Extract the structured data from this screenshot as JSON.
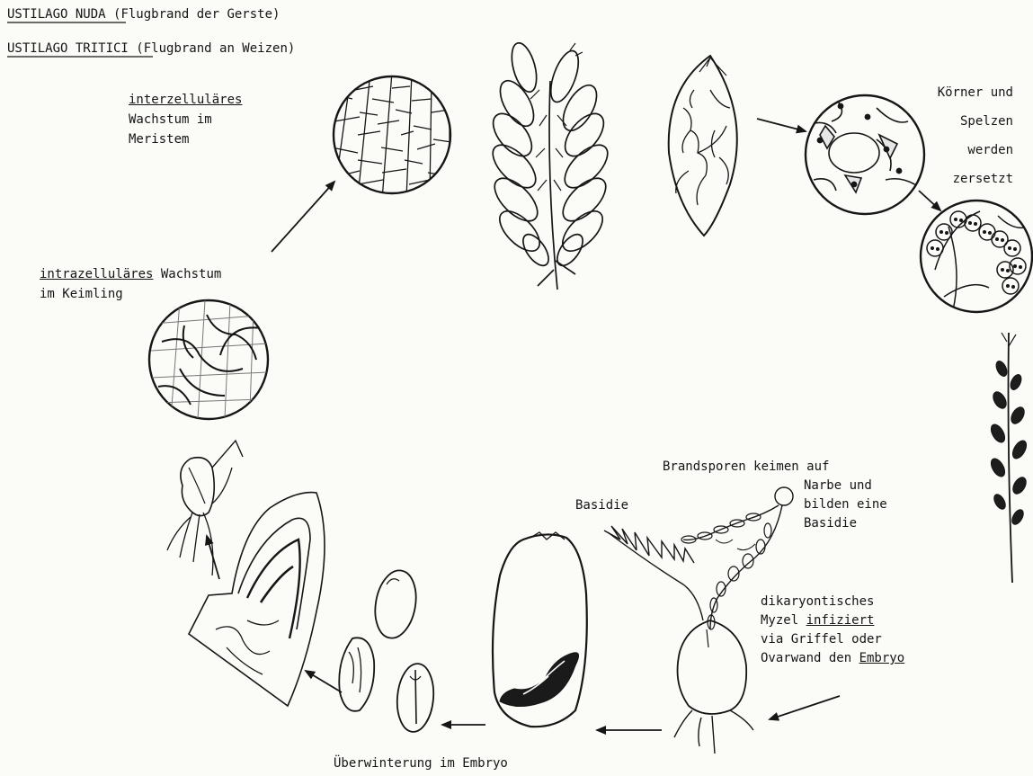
{
  "title_lines": [
    {
      "name": "USTILAGO NUDA",
      "note": "(Flugbrand der Gerste)"
    },
    {
      "name": "USTILAGO TRITICI",
      "note": "(Flugbrand an Weizen)"
    }
  ],
  "labels": {
    "meristem": {
      "underlined": "interzelluläres",
      "rest": [
        "Wachstum im",
        "Meristem"
      ]
    },
    "keimling": {
      "underlined": "intrazelluläres",
      "after": "Wachstum",
      "rest": [
        "im Keimling"
      ]
    },
    "decompose": [
      "Körner und",
      "Spelzen",
      "werden",
      "zersetzt"
    ],
    "germinate": [
      "Brandsporen keimen auf",
      "Narbe und",
      "bilden eine",
      "Basidie"
    ],
    "basidie": "Basidie",
    "infection": {
      "line1": "dikaryontisches",
      "line2_pre": "Myzel ",
      "line2_u": "infiziert",
      "line3": "via Griffel oder",
      "line4_pre": "Ovarwand den ",
      "line4_u": "Embryo"
    },
    "overwinter": "Überwinterung im Embryo"
  },
  "illustration_parts": [
    "meristem-cells",
    "barley-ear",
    "infected-grain",
    "cells-decomposing",
    "spores-cells",
    "smut-spike",
    "seedling-cells",
    "seedling",
    "embryo-section",
    "grains",
    "seed-with-embryo",
    "stigma-basidium",
    "ovary"
  ]
}
